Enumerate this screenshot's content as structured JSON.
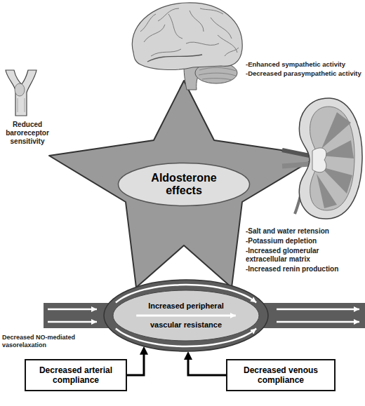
{
  "diagram": {
    "nodes": [
      {
        "text": [
          "Aldosterone effects"
        ]
      },
      {
        "text": [
          "Increased peripheral",
          "vascular resistance"
        ]
      },
      {
        "text": [
          "Decreased arterial compliance"
        ]
      },
      {
        "text": [
          "Decreased venous compliance"
        ]
      }
    ],
    "edges": [
      {
        "from": 2,
        "to": 1,
        "arrow": "to"
      },
      {
        "from": 3,
        "to": 1,
        "arrow": "to"
      }
    ],
    "labels": [
      "-Enhanced sympathetic activity",
      "-Decreased parasympathetic activity",
      "Reduced baroreceptor sensitivity",
      "-Salt and water retension",
      "-Potassium depletion",
      "-Increased glomerular extracellular matrix",
      "-Increased renin production",
      "Decreased NO-mediated vasorelaxation"
    ]
  }
}
